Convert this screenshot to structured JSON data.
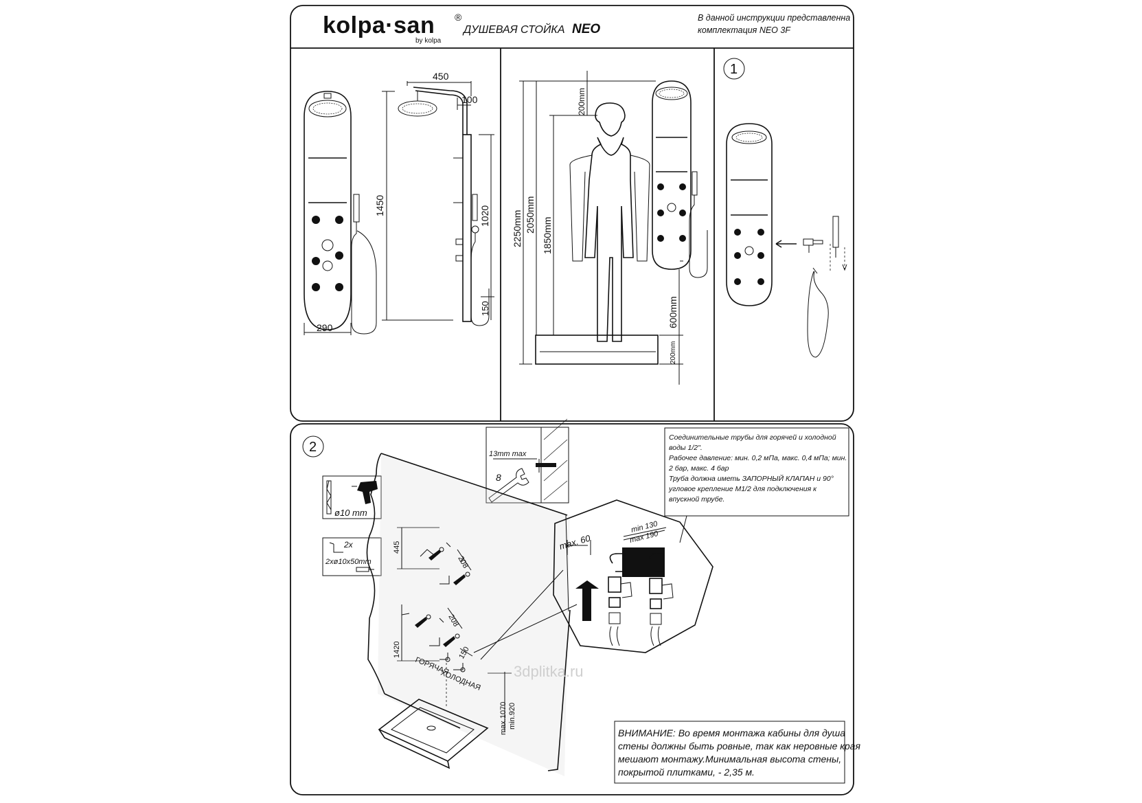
{
  "header": {
    "brand": "kolpa·san",
    "brand_mark": "®",
    "brand_sub": "by kolpa",
    "product_type": "ДУШЕВАЯ СТОЙКА",
    "product_name": "NEO",
    "note_line1": "В данной инструкции представленна",
    "note_line2": "комплектация NEO 3F"
  },
  "panel1": {
    "dim_width": "290",
    "dim_top_reach": "450",
    "dim_head_offset": "100",
    "dim_height": "1450",
    "dim_mixer_height": "1020",
    "dim_bottom": "150"
  },
  "panel2": {
    "dim_total": "2250mm",
    "dim_top": "2050mm",
    "dim_person": "1850mm",
    "dim_head_gap": "200mm",
    "dim_low": "600mm",
    "dim_tray": "200mm"
  },
  "panel3": {
    "step": "1"
  },
  "install": {
    "step": "2",
    "drill_label": "ø10  mm",
    "screws_count": "2x",
    "screws_spec": "2xø10x50mm",
    "wrench_max": "13mm  max",
    "wrench_size": "8",
    "dim_445": "445",
    "dim_208a": "208",
    "dim_208b": "208",
    "dim_150": "150",
    "dim_1420": "1420",
    "hot_label": "ГОРЯЧАЯ",
    "cold_label": "ХОЛОДНАЯ",
    "dim_max1070": "max.1070",
    "dim_min920": "min.920",
    "dim_max60": "max. 60",
    "dim_min130": "min  130",
    "dim_max190": "max  190",
    "spec_lines": [
      "Соединительные трубы для горячей и холодной",
      "воды 1/2\".",
      "Рабочее давление: мин. 0,2 мПа, макс. 0,4 мПа; мин.",
      "2 бар, макс. 4 бар",
      "Труба должна иметь ЗАПОРНЫЙ КЛАПАН и 90°",
      "угловое крепление М1/2 для подключения к",
      "впускной трубе."
    ],
    "warning_lines": [
      "ВНИМАНИЕ: Во время монтажа кабины для душа",
      "стены должны быть ровные, так как неровные края",
      "мешают монтажу.Минимальная высота стены,",
      "покрытой плитками, -  2,35 м."
    ],
    "watermark": "3dplitka.ru"
  }
}
